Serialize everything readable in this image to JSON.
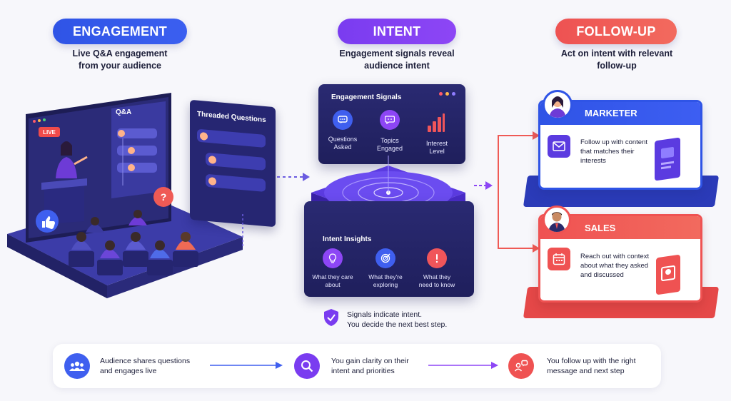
{
  "engagement": {
    "title": "ENGAGEMENT",
    "subtitle_line1": "Live Q&A engagement",
    "subtitle_line2": "from your audience",
    "live_badge": "LIVE",
    "qa_label": "Q&A",
    "threaded_label": "Threaded Questions",
    "question_mark": "?"
  },
  "intent": {
    "title": "INTENT",
    "subtitle_line1": "Engagement signals reveal",
    "subtitle_line2": "audience intent",
    "signals_title": "Engagement Signals",
    "signals": [
      {
        "line1": "Questions",
        "line2": "Asked",
        "icon": "chat-icon"
      },
      {
        "line1": "Topics",
        "line2": "Engaged",
        "icon": "chat-bubble-icon"
      },
      {
        "line1": "Interest",
        "line2": "Level",
        "icon": "bar-chart-icon"
      }
    ],
    "insights_title": "Intent Insights",
    "insights": [
      {
        "line1": "What they care",
        "line2": "about",
        "icon": "lightbulb-icon"
      },
      {
        "line1": "What they're",
        "line2": "exploring",
        "icon": "target-icon"
      },
      {
        "line1": "What they",
        "line2": "need to know",
        "icon": "exclamation-icon"
      }
    ],
    "note_line1": "Signals indicate intent.",
    "note_line2": "You decide the next best step."
  },
  "followup": {
    "title": "FOLLOW-UP",
    "subtitle_line1": "Act on intent with relevant",
    "subtitle_line2": "follow-up",
    "marketer": {
      "label": "MARKETER",
      "line1": "Follow up with content",
      "line2": "that matches their",
      "line3": "interests"
    },
    "sales": {
      "label": "SALES",
      "line1": "Reach out with context",
      "line2": "about what they asked",
      "line3": "and discussed"
    }
  },
  "bottom": {
    "steps": [
      {
        "line1": "Audience shares questions",
        "line2": "and engages live",
        "icon": "people-icon"
      },
      {
        "line1": "You gain clarity on their",
        "line2": "intent and priorities",
        "icon": "search-icon"
      },
      {
        "line1": "You follow up with the right",
        "line2": "message and next step",
        "icon": "follow-up-icon"
      }
    ]
  },
  "colors": {
    "blue": "#2f54e6",
    "purple": "#7a3cf0",
    "red": "#ee5252",
    "navy": "#1f1f5c"
  }
}
